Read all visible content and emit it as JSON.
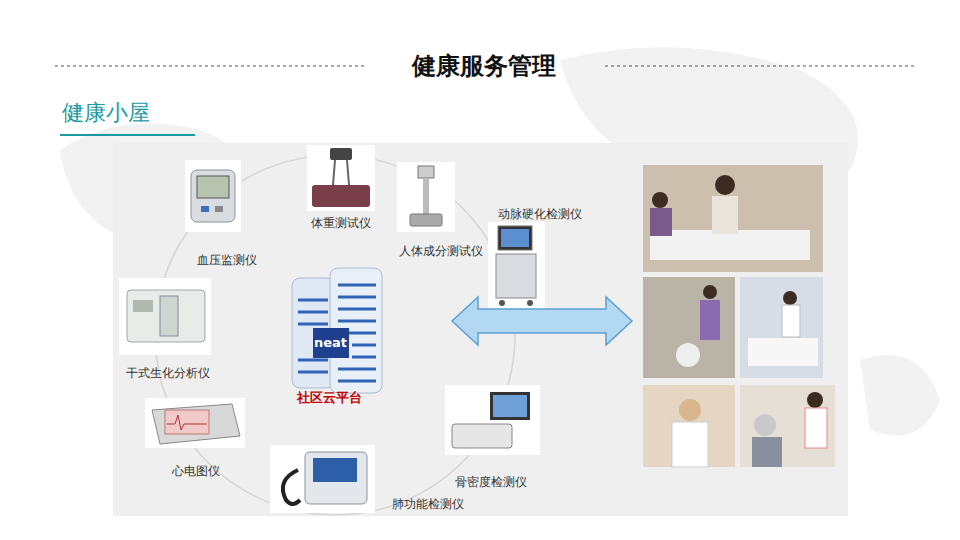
{
  "diagram": {
    "title": "健康服务管理",
    "labels": [
      "健康小屋",
      "体重测试仪",
      "人体成分测试仪",
      "动脉硬化检测仪",
      "血压监测仪",
      "干式生化分析仪",
      "neat",
      "社区云平台",
      "心电图仪",
      "骨密度检测仪",
      "肺功能检测仪"
    ]
  }
}
